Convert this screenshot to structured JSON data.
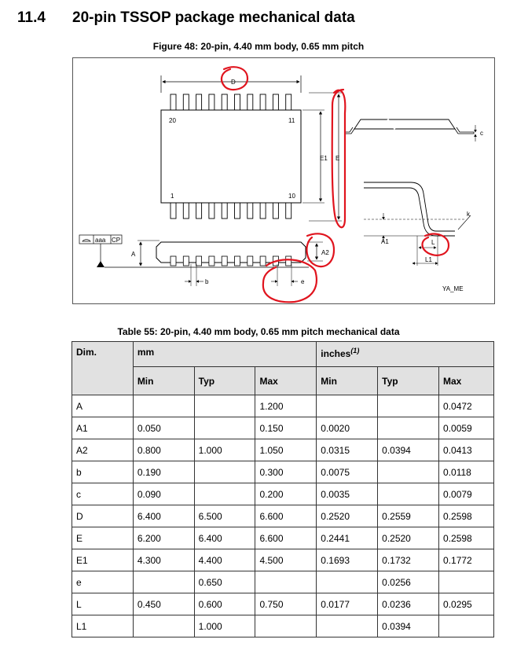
{
  "section": {
    "number": "11.4",
    "title": "20-pin TSSOP package mechanical data"
  },
  "figure": {
    "caption": "Figure 48: 20-pin, 4.40 mm body, 0.65 mm pitch",
    "labels": {
      "D": "D",
      "pin20": "20",
      "pin11": "11",
      "pin1": "1",
      "pin10": "10",
      "E1": "E1",
      "E": "E",
      "A": "A",
      "A2": "A2",
      "b": "b",
      "e": "e",
      "c": "c",
      "k": "k",
      "A1": "A1",
      "L": "L",
      "L1": "L1",
      "aaa": "aaa",
      "CP": "CP",
      "ref": "YA_ME"
    },
    "annotation_color": "#e0141e"
  },
  "table": {
    "caption": "Table 55: 20-pin, 4.40 mm body, 0.65 mm pitch mechanical data",
    "header": {
      "dim": "Dim.",
      "mm": "mm",
      "inches": "inches",
      "footnote": "(1)",
      "sub": [
        "Min",
        "Typ",
        "Max",
        "Min",
        "Typ",
        "Max"
      ]
    },
    "rows": [
      [
        "A",
        "",
        "",
        "1.200",
        "",
        "",
        "0.0472"
      ],
      [
        "A1",
        "0.050",
        "",
        "0.150",
        "0.0020",
        "",
        "0.0059"
      ],
      [
        "A2",
        "0.800",
        "1.000",
        "1.050",
        "0.0315",
        "0.0394",
        "0.0413"
      ],
      [
        "b",
        "0.190",
        "",
        "0.300",
        "0.0075",
        "",
        "0.0118"
      ],
      [
        "c",
        "0.090",
        "",
        "0.200",
        "0.0035",
        "",
        "0.0079"
      ],
      [
        "D",
        "6.400",
        "6.500",
        "6.600",
        "0.2520",
        "0.2559",
        "0.2598"
      ],
      [
        "E",
        "6.200",
        "6.400",
        "6.600",
        "0.2441",
        "0.2520",
        "0.2598"
      ],
      [
        "E1",
        "4.300",
        "4.400",
        "4.500",
        "0.1693",
        "0.1732",
        "0.1772"
      ],
      [
        "e",
        "",
        "0.650",
        "",
        "",
        "0.0256",
        ""
      ],
      [
        "L",
        "0.450",
        "0.600",
        "0.750",
        "0.0177",
        "0.0236",
        "0.0295"
      ],
      [
        "L1",
        "",
        "1.000",
        "",
        "",
        "0.0394",
        ""
      ]
    ]
  }
}
